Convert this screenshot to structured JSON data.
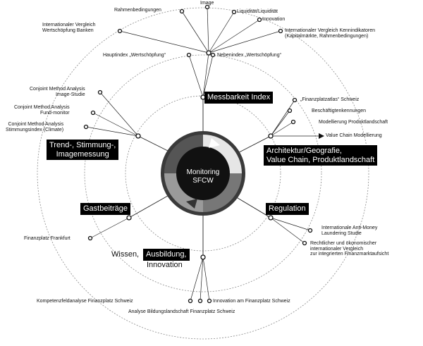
{
  "center": {
    "line1": "Monitoring",
    "line2": "SFCW"
  },
  "categories": {
    "messbarkeit": "Messbarkeit Index",
    "architektur_1": "Architektur/Geografie,",
    "architektur_2": "Value Chain, Produktlandschaft",
    "regulation": "Regulation",
    "wissen_prefix": "Wissen,",
    "wissen_box": "Ausbildung,",
    "wissen_suffix": "Innovation",
    "gastbeitraege": "Gastbeiträge",
    "trend_1": "Trend-, Stimmung-,",
    "trend_2": "Imagemessung"
  },
  "leaves": {
    "rahmenbedingungen": "Rahmenbedingungen",
    "image": "Image",
    "liquiditaet_1": "Liquidität/Liquidität",
    "liquiditaet_2": "Innovation",
    "intl_vergleich_1": "Internationaler Vergleich Kennindikatoren",
    "intl_vergleich_2": "(Kapitalmärkte, Rahmenbedingungen)",
    "intl_wertschoepfung_1": "Internationaler Vergleich",
    "intl_wertschoepfung_2": "Wertschöpfung Banken",
    "hauptindex": "Hauptindex „Wertschöpfung“",
    "nebenindex": "Nebenindex „Wertschöpfung“",
    "conjoint_image_1": "Conjoint Method Analysis",
    "conjoint_image_2": "Image-Studie",
    "conjoint_fund_1": "Conjoint Method Analysis",
    "conjoint_fund_2": "Fund-monitor",
    "conjoint_klima_1": "Conjoint Method Analysis",
    "conjoint_klima_2": "Stimmungsindex (Climate)",
    "finanzplatzatlas": "„Finanzplatzatlas“ Schweiz",
    "beschaeftigung": "Beschäftigtenkennungen",
    "modellierung": "Modellierung Produktlandschaft",
    "value_chain": "Value Chain Modellierung",
    "anti_money_1": "Internationale Anti-Money",
    "anti_money_2": "Laundering Studie",
    "rechtlicher_1": "Rechtlicher und ökonomischer",
    "rechtlicher_2": "internationaler Vergleich",
    "rechtlicher_3": "zur integrierten Finanzmarktaufsicht",
    "frankfurt": "Finanzplatz Frankfurt",
    "kompetenz": "Kompetenzfeldanalyse Finanzplatz Schweiz",
    "innovation_fp": "Innovation am Finanzplatz Schweiz",
    "bildung": "Analyse Bildungslandschaft Finanzplatz Schweiz"
  },
  "colors": {
    "ring_outer": "#3a3a3a",
    "ring_inner": "#111111",
    "box_fill": "#000000",
    "line": "#222222",
    "orbit": "#8a8a8a"
  }
}
